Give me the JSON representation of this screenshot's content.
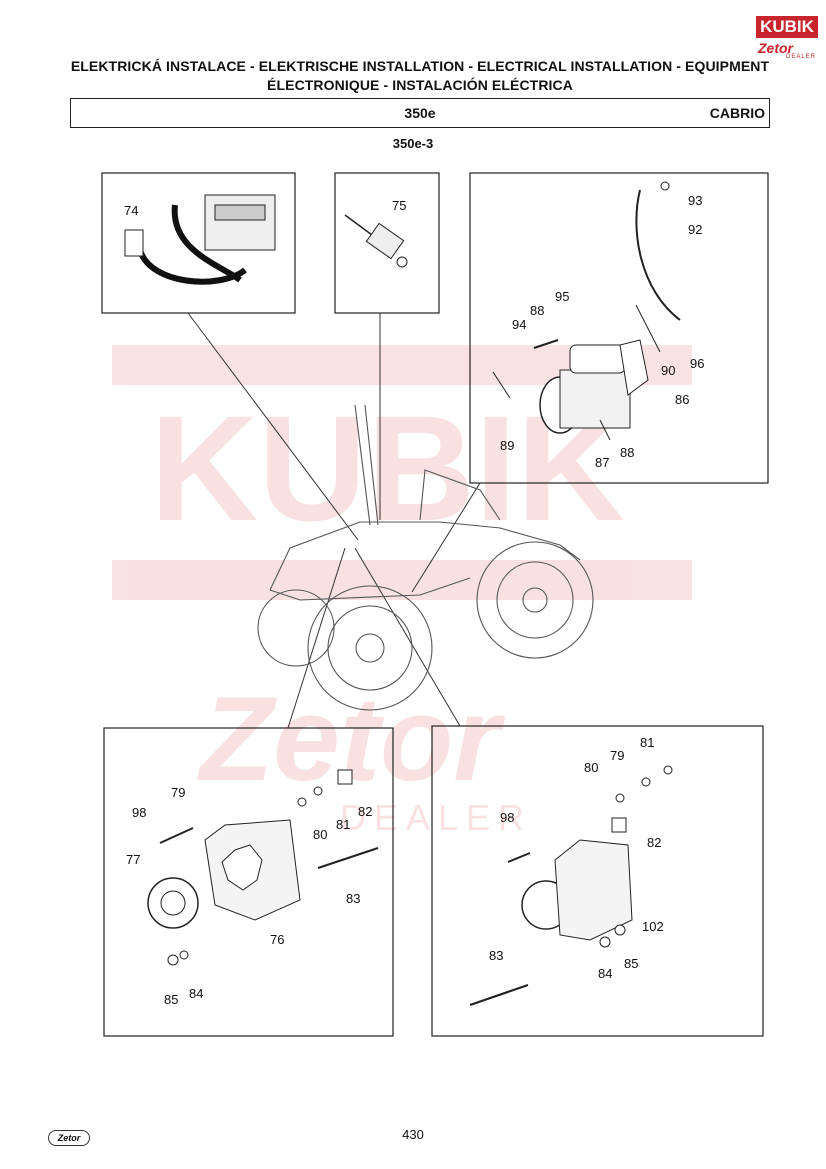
{
  "header": {
    "title_line1": "ELEKTRICKÁ INSTALACE - ELEKTRISCHE INSTALLATION - ELECTRICAL INSTALLATION - EQUIPMENT",
    "title_line2": "ÉLECTRONIQUE - INSTALACIÓN ELÉCTRICA",
    "model": "350e",
    "variant": "CABRIO",
    "subtitle": "350e-3"
  },
  "logo": {
    "brand": "KUBIK",
    "maker": "Zetor",
    "tag": "DEALER"
  },
  "callouts": {
    "top_left": [
      "74"
    ],
    "top_middle": [
      "75"
    ],
    "top_right": [
      "93",
      "92",
      "95",
      "88",
      "94",
      "90",
      "96",
      "86",
      "89",
      "87",
      "88"
    ],
    "bottom_left": [
      "79",
      "98",
      "80",
      "81",
      "82",
      "77",
      "83",
      "76",
      "85",
      "84"
    ],
    "bottom_right": [
      "81",
      "79",
      "80",
      "98",
      "82",
      "102",
      "83",
      "84",
      "85"
    ]
  },
  "footer": {
    "page_number": "430",
    "logo_text": "Zetor"
  }
}
